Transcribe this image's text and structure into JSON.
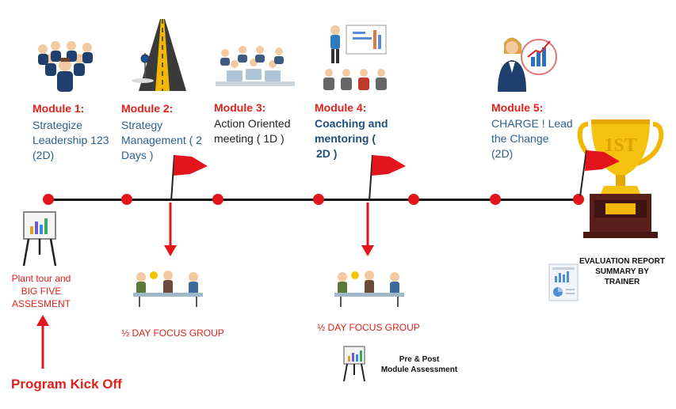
{
  "modules": [
    {
      "title": "Module 1:",
      "lines": [
        "Strategize",
        "Leadership 123",
        "(2D)"
      ]
    },
    {
      "title": "Module 2:",
      "lines": [
        "Strategy",
        "Management ( 2",
        "Days )"
      ]
    },
    {
      "title": "Module 3:",
      "lines": [
        "Action Oriented",
        "meeting ( 1D )"
      ]
    },
    {
      "title": "Module 4:",
      "lines": [
        "Coaching and",
        "mentoring  (",
        "2D )"
      ]
    },
    {
      "title": "Module 5:",
      "lines": [
        "CHARGE ! Lead",
        "the Change",
        "(2D)"
      ]
    }
  ],
  "notes": {
    "plant_tour": [
      "Plant tour and",
      "BIG FIVE",
      "ASSESMENT"
    ],
    "focus_group_1": "½ DAY FOCUS GROUP",
    "focus_group_2": "½ DAY FOCUS GROUP",
    "pre_post": [
      "Pre & Post",
      "Module Assessment"
    ],
    "evaluation": [
      "EVALUATION REPORT",
      "SUMMARY BY",
      "TRAINER"
    ],
    "kick_off": "Program Kick Off",
    "trophy_label": "1ST"
  },
  "colors": {
    "accent_red": "#e3141b",
    "module_text": "#2e5f8a",
    "trophy_gold": "#f2b705"
  },
  "icons": [
    "team-icon",
    "road-icon",
    "meeting-room-icon",
    "presenter-icon",
    "manager-chart-icon",
    "flag-icon",
    "easel-chart-icon",
    "report-icon",
    "trophy-icon"
  ]
}
